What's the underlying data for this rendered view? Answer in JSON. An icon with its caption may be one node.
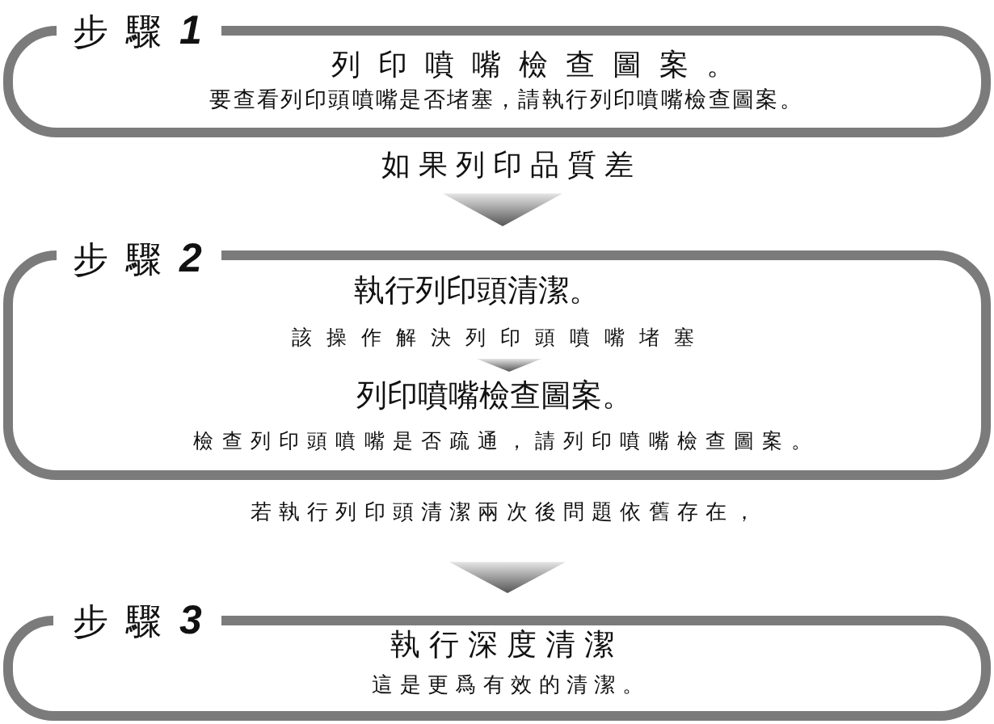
{
  "diagram": {
    "nodes": [
      {
        "text": [
          "步驟**1**",
          "列印噴嘴檢查圖案。",
          "要查看列印頭噴嘴是否堵塞，請執行列印噴嘴檢查圖案。"
        ]
      },
      {
        "text": [
          "如果列印品質差"
        ]
      },
      {
        "text": [
          "步驟**2**"
        ]
      },
      {
        "text": [
          "執行列印頭清潔。",
          "該操作解決列印頭噴嘴堵塞"
        ],
        "in": 2
      },
      {
        "text": [
          "列印噴嘴檢查圖案。",
          "檢查列印頭噴嘴是否疏通，請列印噴嘴檢查圖案。"
        ],
        "in": 2
      },
      {
        "text": [
          "若執行列印頭清潔兩次後問題依舊存在，"
        ]
      },
      {
        "text": [
          "步驟**3**",
          "執行深度清潔",
          "這是更爲有效的清潔。"
        ]
      }
    ],
    "edges": [
      {
        "from": 1,
        "to": 2,
        "arrow": "to"
      },
      {
        "from": 3,
        "to": 4,
        "arrow": "to"
      },
      {
        "from": 5,
        "to": 6,
        "arrow": "to"
      }
    ]
  }
}
